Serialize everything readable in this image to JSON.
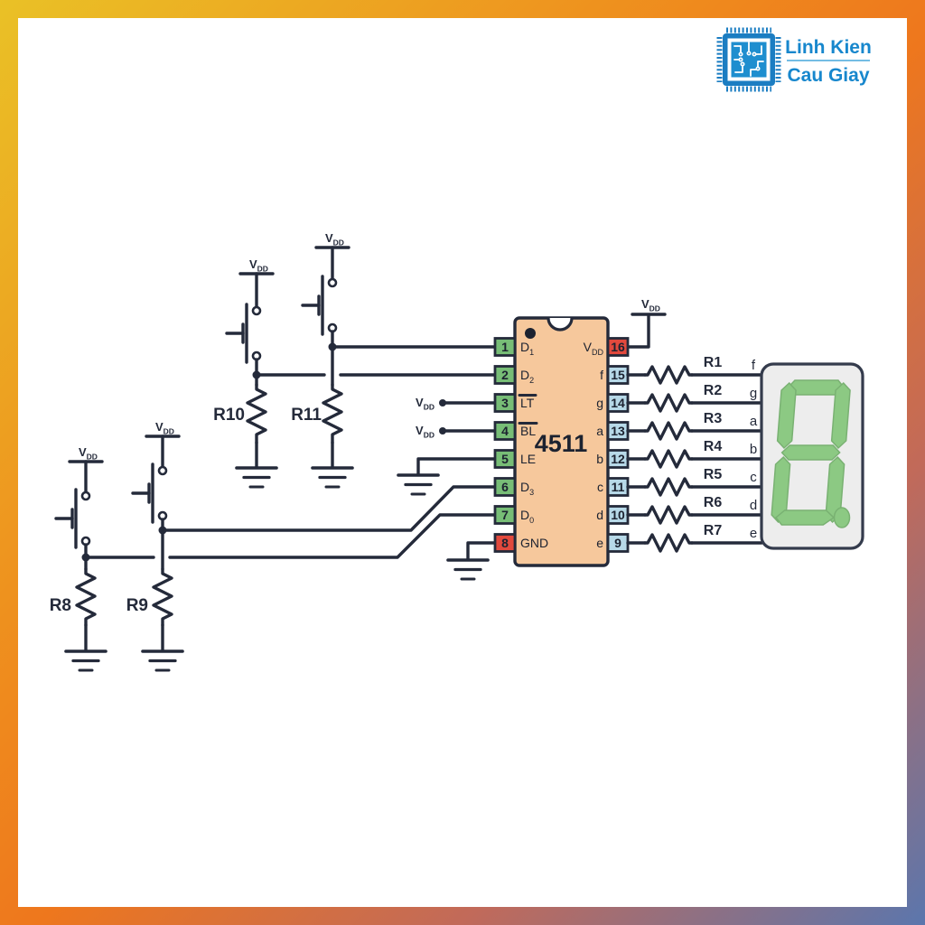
{
  "brand": {
    "line1": "Linh Kien",
    "line2": "Cau Giay"
  },
  "vdd": {
    "v": "V",
    "sub": "DD"
  },
  "ic": {
    "name": "4511",
    "left_pins": [
      {
        "num": "1",
        "label": "D",
        "sub": "1"
      },
      {
        "num": "2",
        "label": "D",
        "sub": "2"
      },
      {
        "num": "3",
        "label": "LT",
        "overline": true
      },
      {
        "num": "4",
        "label": "BL",
        "overline": true
      },
      {
        "num": "5",
        "label": "LE"
      },
      {
        "num": "6",
        "label": "D",
        "sub": "3"
      },
      {
        "num": "7",
        "label": "D",
        "sub": "0"
      },
      {
        "num": "8",
        "label": "GND"
      }
    ],
    "right_pins": [
      {
        "num": "16",
        "label": "V",
        "sub": "DD"
      },
      {
        "num": "15",
        "label": "f"
      },
      {
        "num": "14",
        "label": "g"
      },
      {
        "num": "13",
        "label": "a"
      },
      {
        "num": "12",
        "label": "b"
      },
      {
        "num": "11",
        "label": "c"
      },
      {
        "num": "10",
        "label": "d"
      },
      {
        "num": "9",
        "label": "e"
      }
    ]
  },
  "series_resistors": [
    {
      "name": "R1",
      "segment": "f"
    },
    {
      "name": "R2",
      "segment": "g"
    },
    {
      "name": "R3",
      "segment": "a"
    },
    {
      "name": "R4",
      "segment": "b"
    },
    {
      "name": "R5",
      "segment": "c"
    },
    {
      "name": "R6",
      "segment": "d"
    },
    {
      "name": "R7",
      "segment": "e"
    }
  ],
  "pulldown_resistors": [
    {
      "name": "R8"
    },
    {
      "name": "R9"
    },
    {
      "name": "R10"
    },
    {
      "name": "R11"
    }
  ],
  "display": {
    "value": "8.",
    "segments_lit": [
      "a",
      "b",
      "c",
      "d",
      "e",
      "f",
      "g",
      "dp"
    ]
  },
  "colors": {
    "wire": "#242a3a",
    "ic_body": "#f6c89c",
    "pin_green": "#77bd76",
    "pin_red": "#e2493d",
    "pin_blue": "#b7d9e8",
    "segment_green": "#8cc983",
    "display_body": "#ededed",
    "brand_blue": "#1787cd",
    "frame_yellow": "#eac126",
    "frame_orange": "#ee771d",
    "frame_blue": "#5b76ad"
  }
}
